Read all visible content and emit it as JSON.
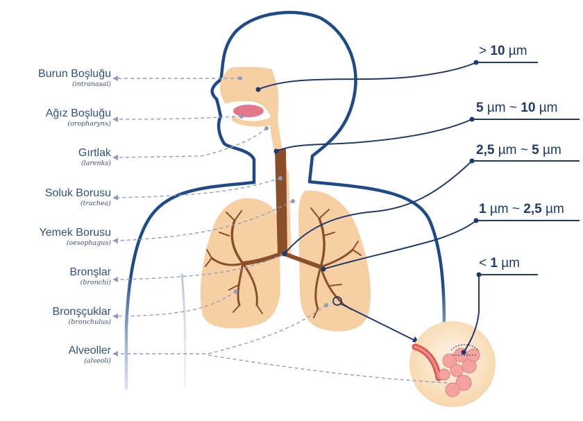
{
  "labels": [
    {
      "name": "Burun Boşluğu",
      "sub": "(intranasal)"
    },
    {
      "name": "Ağız Boşluğu",
      "sub": "(oropharynx)"
    },
    {
      "name": "Gırtlak",
      "sub": "(larenks)"
    },
    {
      "name": "Soluk Borusu",
      "sub": "(trachea)"
    },
    {
      "name": "Yemek Borusu",
      "sub": "(oesophagus)"
    },
    {
      "name": "Bronşlar",
      "sub": "(bronchi)"
    },
    {
      "name": "Bronşçuklar",
      "sub": "(bronchulus)"
    },
    {
      "name": "Alveoller",
      "sub": "(alveoli)"
    }
  ],
  "sizes": [
    {
      "text": "> 10 µm"
    },
    {
      "text": "5 µm ~ 10 µm"
    },
    {
      "text": "2,5 µm ~ 5 µm"
    },
    {
      "text": "1 µm ~ 2,5 µm"
    },
    {
      "text": "< 1 µm"
    }
  ],
  "colors": {
    "body_outline": "#1f4a8a",
    "dashed_lines": "#8d9cc4",
    "size_lines": "#1d3a6e",
    "skin": "#f6cfa3",
    "trachea": "#8a4e2a",
    "tongue": "#e2778c",
    "alveoli": "#f4a3a0"
  }
}
